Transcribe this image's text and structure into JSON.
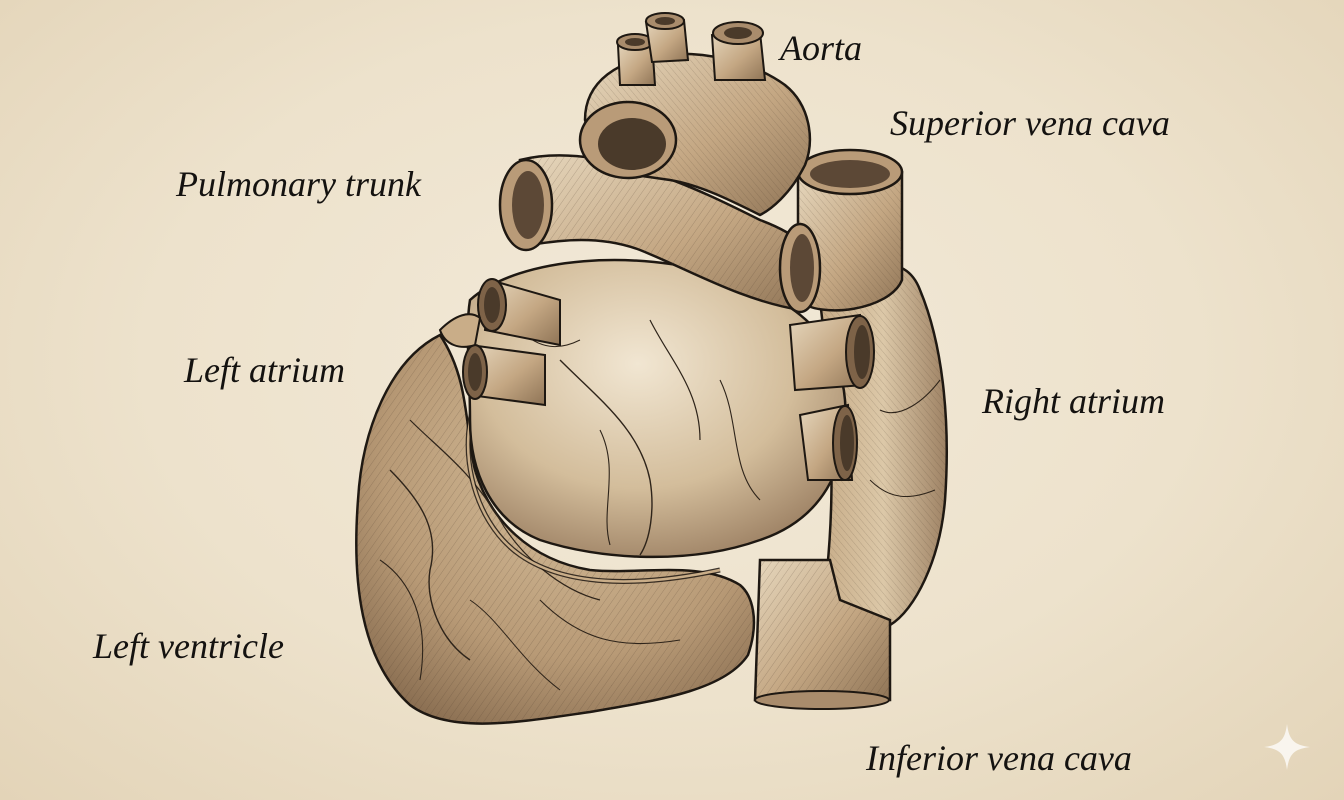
{
  "labels": {
    "aorta": "Aorta",
    "superior_vena_cava": "Superior vena cava",
    "pulmonary_trunk": "Pulmonary trunk",
    "left_atrium": "Left atrium",
    "right_atrium": "Right atrium",
    "left_ventricle": "Left ventricle",
    "inferior_vena_cava": "Inferior vena cava"
  },
  "colors": {
    "paper": "#efe5d1",
    "ink": "#141210",
    "flesh_light": "#d8c4a4",
    "flesh_mid": "#b89a76",
    "flesh_dark": "#8b6f52"
  },
  "icons": {
    "corner": "sparkle-icon"
  }
}
